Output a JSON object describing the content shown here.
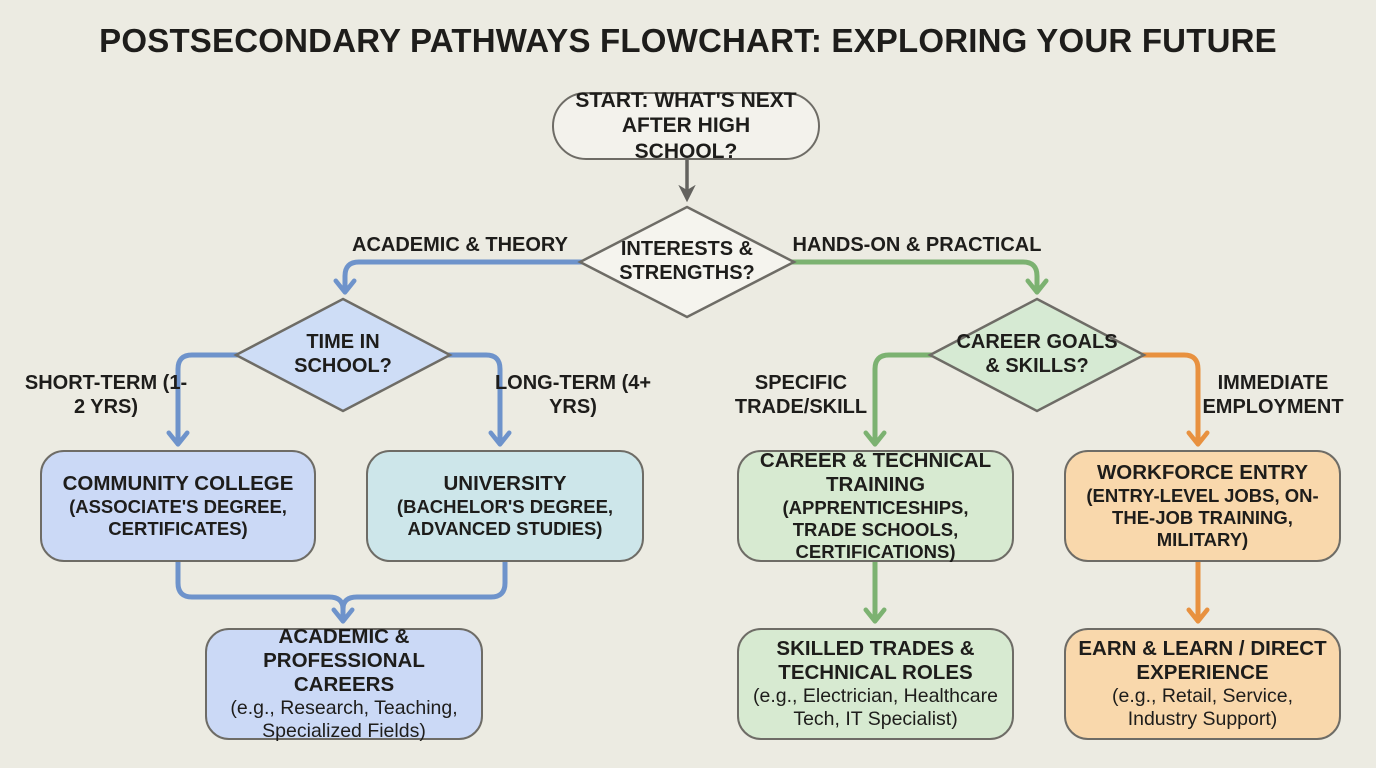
{
  "title": "POSTSECONDARY PATHWAYS FLOWCHART: EXPLORING YOUR FUTURE",
  "palette": {
    "background": "#ECEBE2",
    "text": "#1E1D1B",
    "node_border": "#6E6C66",
    "blue": "#6E93CB",
    "green": "#7CB271",
    "orange": "#E8913F",
    "gray": "#63625E"
  },
  "start": {
    "label": "START: WHAT'S NEXT AFTER HIGH SCHOOL?",
    "fill": "#F3F2EC"
  },
  "decisions": [
    {
      "label": "INTERESTS & STRENGTHS?",
      "fill": "#F5F4EE"
    },
    {
      "label": "TIME IN SCHOOL?",
      "fill": "#CEDDF6"
    },
    {
      "label": "CAREER GOALS & SKILLS?",
      "fill": "#D6EAD3"
    }
  ],
  "branch_labels": [
    {
      "label": "ACADEMIC & THEORY"
    },
    {
      "label": "HANDS-ON & PRACTICAL"
    },
    {
      "label": "SHORT-TERM (1-2 YRS)"
    },
    {
      "label": "LONG-TERM (4+ YRS)"
    },
    {
      "label": "SPECIFIC TRADE/SKILL"
    },
    {
      "label": "IMMEDIATE EMPLOYMENT"
    }
  ],
  "outcomes": [
    {
      "title": "COMMUNITY COLLEGE",
      "subtitle": "(ASSOCIATE'S DEGREE, CERTIFICATES)",
      "fill": "#CBD9F6"
    },
    {
      "title": "UNIVERSITY",
      "subtitle": "(BACHELOR'S DEGREE, ADVANCED STUDIES)",
      "fill": "#CDE6EA"
    },
    {
      "title": "CAREER & TECHNICAL TRAINING",
      "subtitle": "(APPRENTICESHIPS, TRADE SCHOOLS, CERTIFICATIONS)",
      "fill": "#D7EAD1"
    },
    {
      "title": "WORKFORCE ENTRY",
      "subtitle": "(ENTRY-LEVEL JOBS, ON-THE-JOB TRAINING, MILITARY)",
      "fill": "#F9D8AC"
    },
    {
      "title": "ACADEMIC & PROFESSIONAL CAREERS",
      "subtitle": "(e.g., Research, Teaching, Specialized Fields)",
      "fill": "#CBD9F6"
    },
    {
      "title": "SKILLED TRADES & TECHNICAL ROLES",
      "subtitle": "(e.g., Electrician, Healthcare Tech, IT Specialist)",
      "fill": "#D7EAD1"
    },
    {
      "title": "EARN & LEARN / DIRECT EXPERIENCE",
      "subtitle": "(e.g., Retail, Service, Industry Support)",
      "fill": "#F9D8AC"
    }
  ]
}
